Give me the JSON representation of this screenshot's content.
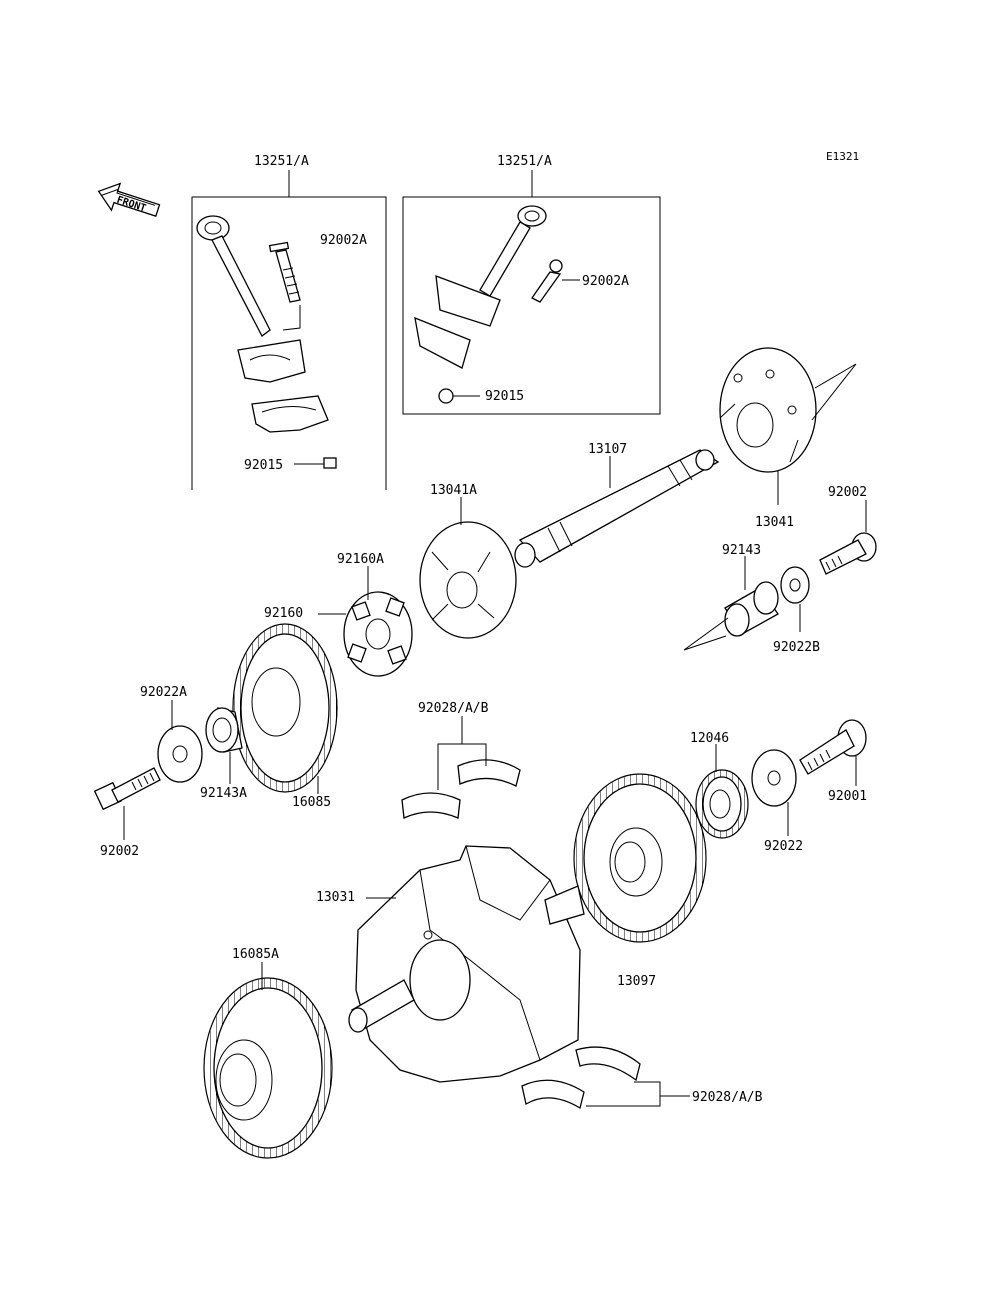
{
  "diagram_code": "E1321",
  "front_label": "FRONT",
  "labels": {
    "conrod_left_title": "13251/A",
    "conrod_right_title": "13251/A",
    "bolt_left": "92002A",
    "bolt_right": "92002A",
    "nut_left": "92015",
    "nut_right": "92015",
    "shaft": "13107",
    "damper_holder_a": "13041A",
    "damper_holder": "13041",
    "bolt_right_shaft": "92002",
    "collar_right": "92143",
    "washer_right": "92022B",
    "damper_rubber_a": "92160A",
    "damper_rubber": "92160",
    "washer_left": "92022A",
    "collar_left": "92143A",
    "gear_16085": "16085",
    "bolt_left_shaft": "92002",
    "bearing_upper": "92028/A/B",
    "gear_12046": "12046",
    "washer_92022": "92022",
    "bolt_92001": "92001",
    "crankshaft": "13031",
    "gear_13097": "13097",
    "gear_16085a": "16085A",
    "bearing_lower": "92028/A/B"
  }
}
